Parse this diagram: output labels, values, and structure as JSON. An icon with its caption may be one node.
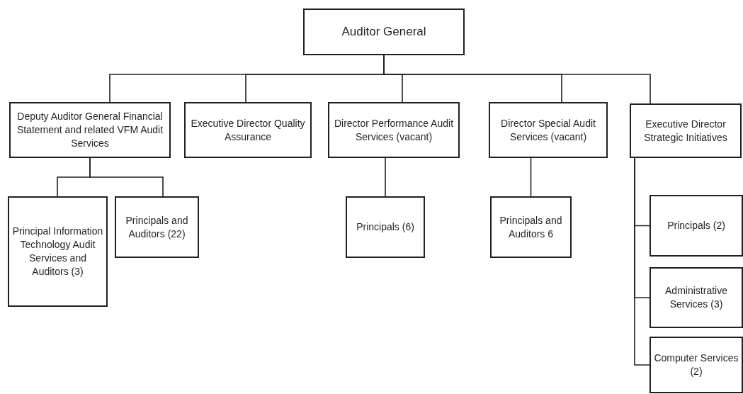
{
  "diagram": {
    "nodes": [
      {
        "text": [
          "Auditor General"
        ]
      },
      {
        "text": [
          "Deputy Auditor General Financial Statement and related VFM Audit Services"
        ]
      },
      {
        "text": [
          "Executive Director Quality Assurance"
        ]
      },
      {
        "text": [
          "Director Performance Audit Services (vacant)"
        ]
      },
      {
        "text": [
          "Director Special Audit Services (vacant)"
        ]
      },
      {
        "text": [
          "Executive Director Strategic Initiatives"
        ]
      },
      {
        "text": [
          "Principal Information Technology Audit Services and Auditors (3)"
        ]
      },
      {
        "text": [
          "Principals and Auditors (22)"
        ]
      },
      {
        "text": [
          "Principals (6)"
        ]
      },
      {
        "text": [
          "Principals and Auditors 6"
        ]
      },
      {
        "text": [
          "Principals (2)"
        ]
      },
      {
        "text": [
          "Administrative Services (3)"
        ]
      },
      {
        "text": [
          "Computer Services (2)"
        ]
      }
    ],
    "edges": [
      {
        "from": 0,
        "to": 1,
        "arrow": "none"
      },
      {
        "from": 0,
        "to": 2,
        "arrow": "none"
      },
      {
        "from": 0,
        "to": 3,
        "arrow": "none"
      },
      {
        "from": 0,
        "to": 4,
        "arrow": "none"
      },
      {
        "from": 0,
        "to": 5,
        "arrow": "none"
      },
      {
        "from": 1,
        "to": 6,
        "arrow": "none"
      },
      {
        "from": 1,
        "to": 7,
        "arrow": "none"
      },
      {
        "from": 3,
        "to": 8,
        "arrow": "none"
      },
      {
        "from": 4,
        "to": 9,
        "arrow": "none"
      },
      {
        "from": 5,
        "to": 10,
        "arrow": "none"
      },
      {
        "from": 5,
        "to": 11,
        "arrow": "none"
      },
      {
        "from": 5,
        "to": 12,
        "arrow": "none"
      }
    ]
  }
}
